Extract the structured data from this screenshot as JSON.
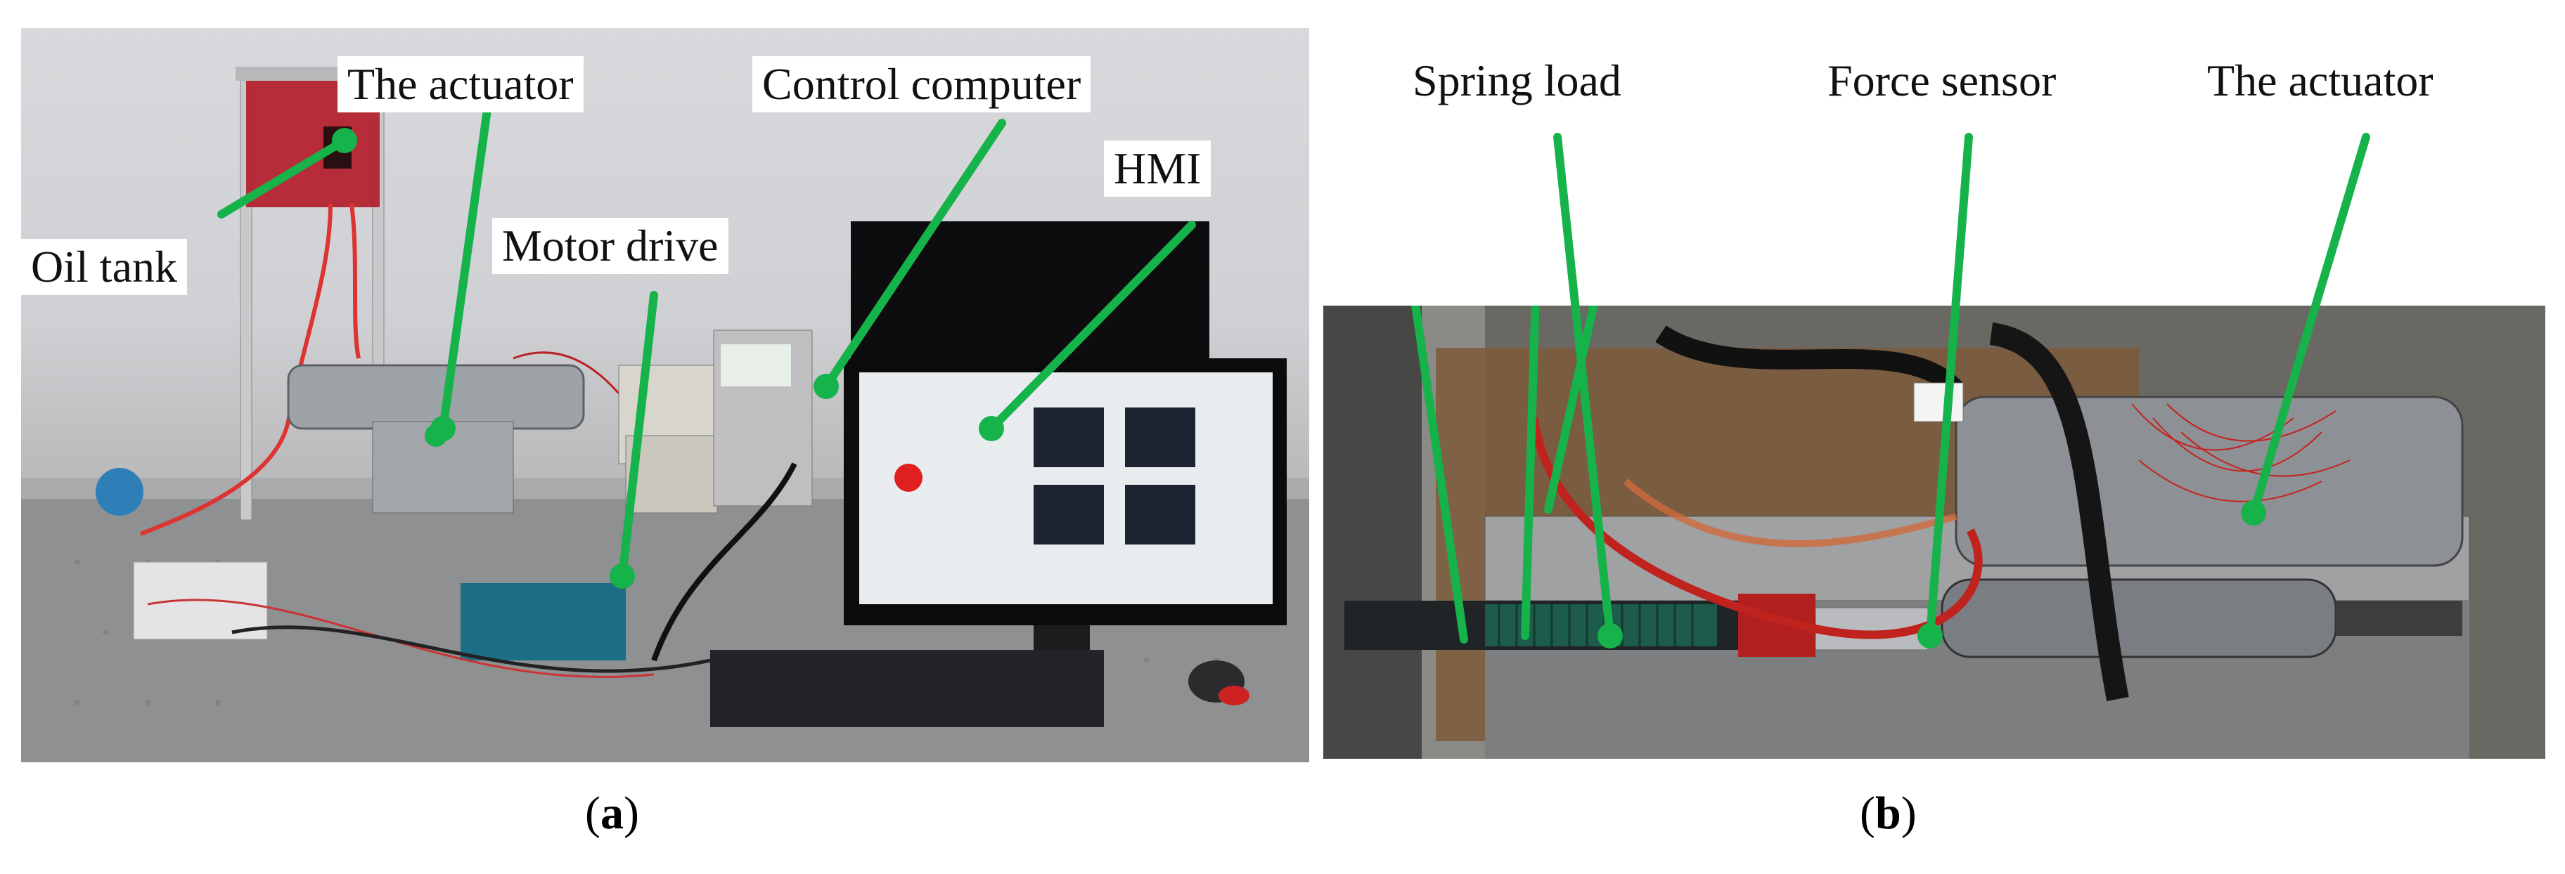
{
  "panel_a": {
    "labels": {
      "actuator": "The actuator",
      "control_computer": "Control computer",
      "hmi": "HMI",
      "oil_tank": "Oil tank",
      "motor_drive": "Motor drive"
    },
    "caption_letter": "a"
  },
  "panel_b": {
    "labels": {
      "spring_load": "Spring load",
      "force_sensor": "Force sensor",
      "actuator": "The actuator"
    },
    "caption_letter": "b"
  },
  "colors": {
    "pointer_green": "#16b24a",
    "label_bg": "#ffffff"
  }
}
